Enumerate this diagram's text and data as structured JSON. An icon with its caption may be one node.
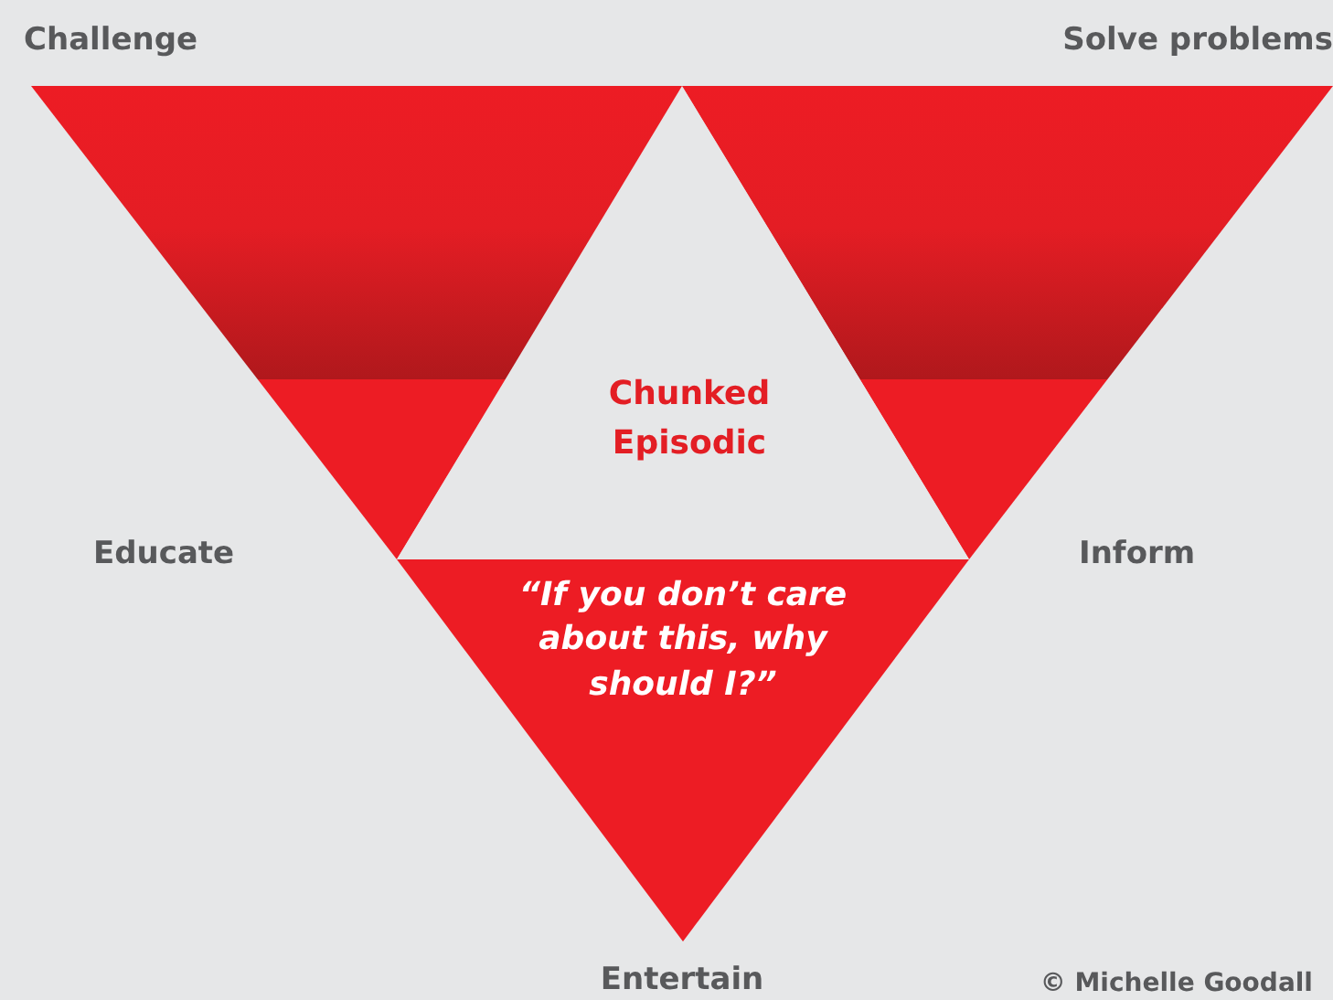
{
  "diagram": {
    "nodes": [
      {
        "text": [
          "Chunked Episodic"
        ]
      },
      {
        "text": [
          "“If you don’t care about this, why should I?”"
        ]
      }
    ],
    "edges": [],
    "labels": [
      "Challenge",
      "Solve problems",
      "Educate",
      "Inform",
      "Entertain",
      "© Michelle Goodall"
    ]
  }
}
